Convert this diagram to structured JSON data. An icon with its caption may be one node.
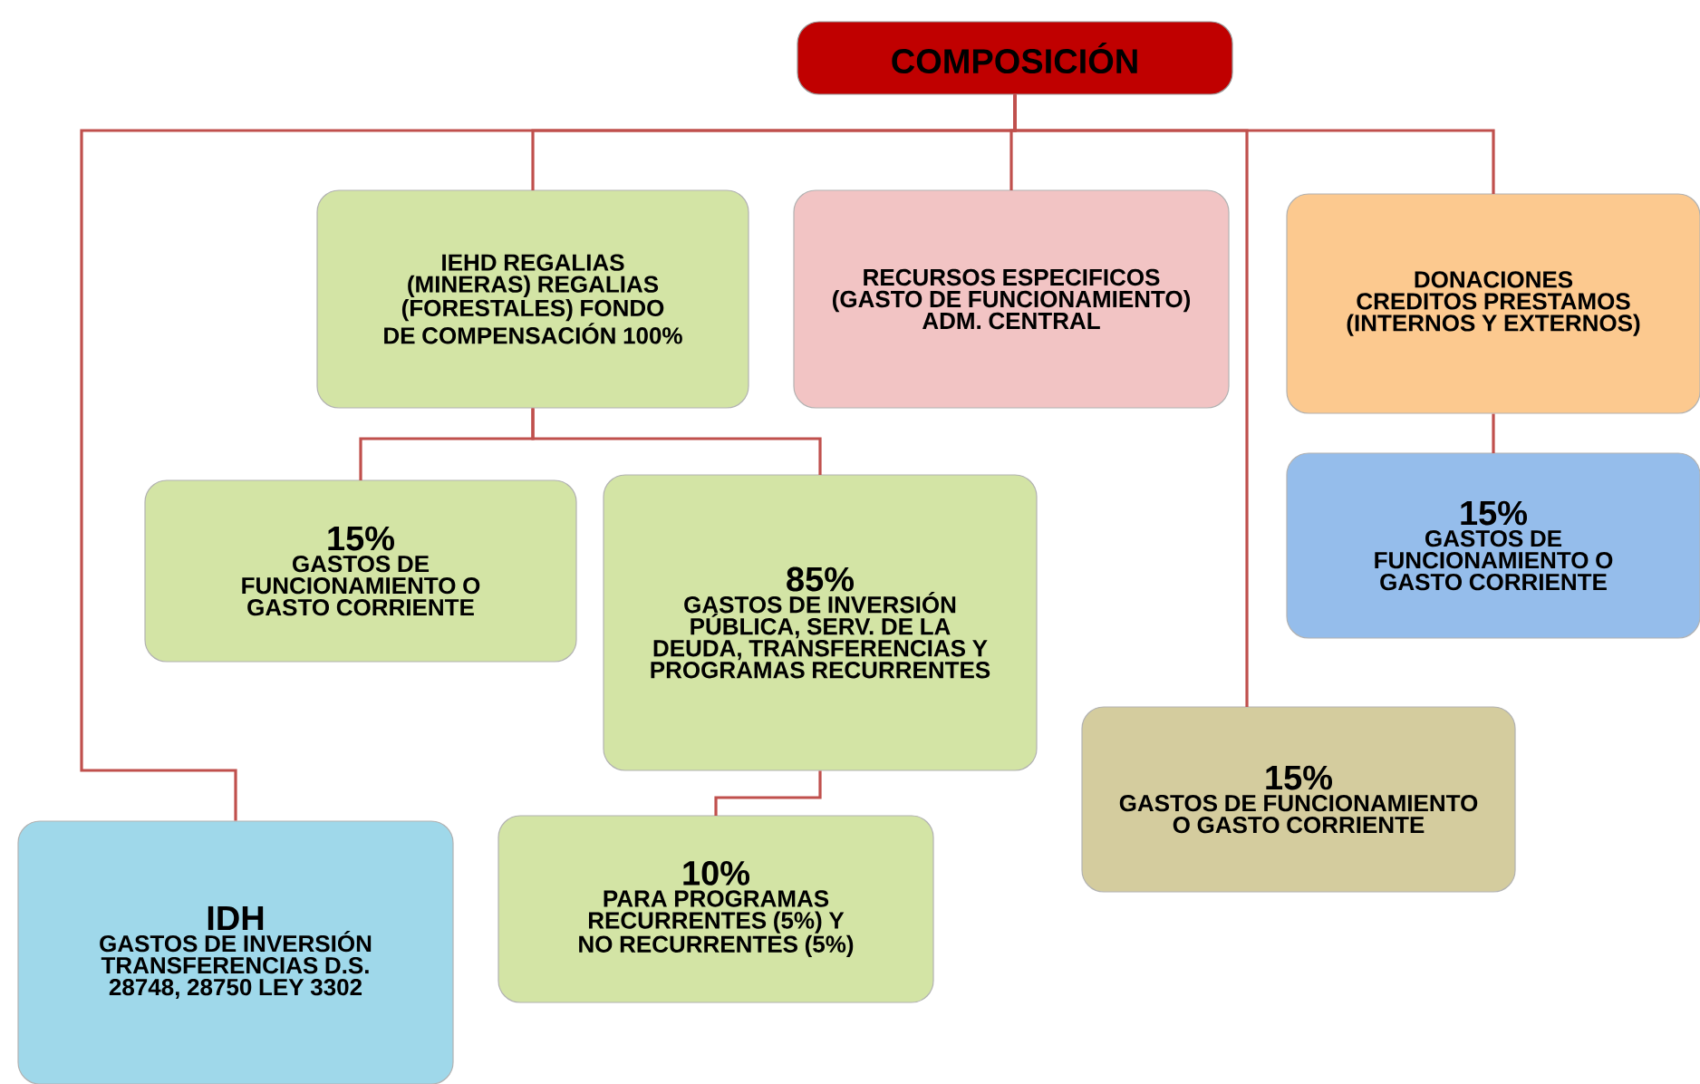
{
  "diagram": {
    "nodes": [
      {
        "text": [
          "COMPOSICIÓN"
        ]
      },
      {
        "text": [
          "IEHD REGALIAS (MINERAS) REGALIAS (FORESTALES) FONDO DE COMPENSACIÓN 100%"
        ]
      },
      {
        "text": [
          "RECURSOS ESPECIFICOS (GASTO DE FUNCIONAMIENTO) ADM. CENTRAL"
        ]
      },
      {
        "text": [
          "DONACIONES CREDITOS PRESTAMOS (INTERNOS Y EXTERNOS)"
        ]
      },
      {
        "text": [
          "15%",
          "GASTOS DE FUNCIONAMIENTO O GASTO CORRIENTE"
        ]
      },
      {
        "text": [
          "85%",
          "GASTOS DE INVERSIÓN PÚBLICA, SERV. DE LA DEUDA, TRANSFERENCIAS Y PROGRAMAS RECURRENTES"
        ]
      },
      {
        "text": [
          "15%",
          "GASTOS DE FUNCIONAMIENTO O GASTO CORRIENTE"
        ]
      },
      {
        "text": [
          "15%",
          "GASTOS DE FUNCIONAMIENTO O GASTO CORRIENTE"
        ]
      },
      {
        "text": [
          "IDH",
          "GASTOS DE INVERSIÓN TRANSFERENCIAS D.S. 28748, 28750 LEY 3302"
        ]
      },
      {
        "text": [
          "10%",
          "PARA PROGRAMAS RECURRENTES (5%) Y NO RECURRENTES (5%)"
        ]
      }
    ],
    "edges": [
      {
        "from": 0,
        "to": 1,
        "arrow": "none"
      },
      {
        "from": 0,
        "to": 2,
        "arrow": "none"
      },
      {
        "from": 0,
        "to": 3,
        "arrow": "none"
      },
      {
        "from": 0,
        "to": 7,
        "arrow": "none"
      },
      {
        "from": 0,
        "to": 8,
        "arrow": "none"
      },
      {
        "from": 1,
        "to": 4,
        "arrow": "none"
      },
      {
        "from": 1,
        "to": 5,
        "arrow": "none"
      },
      {
        "from": 5,
        "to": 9,
        "arrow": "none"
      },
      {
        "from": 3,
        "to": 6,
        "arrow": "none"
      }
    ]
  }
}
